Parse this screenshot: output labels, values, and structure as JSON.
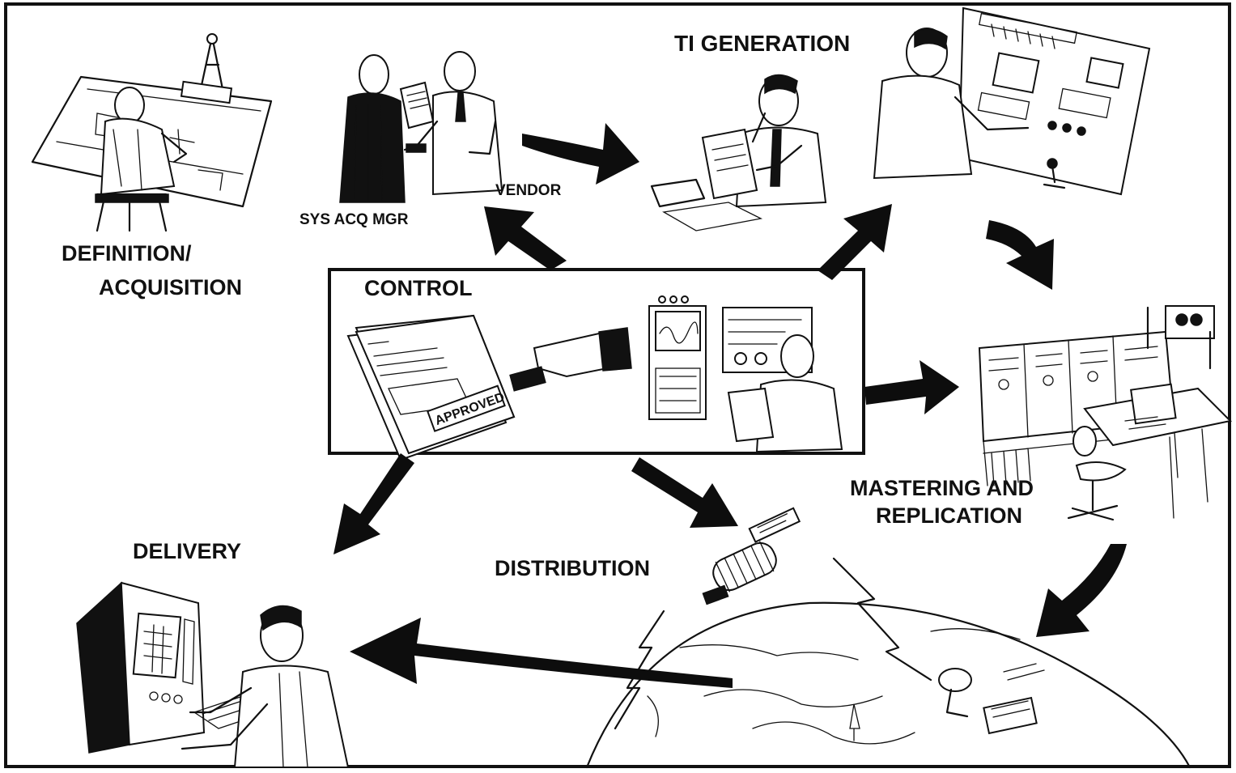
{
  "labels": {
    "definition_line1": "DEFINITION/",
    "definition_line2": "ACQUISITION",
    "sys_acq_mgr": "SYS ACQ MGR",
    "vendor": "VENDOR",
    "ti_generation": "TI GENERATION",
    "control": "CONTROL",
    "approved_stamp": "APPROVED",
    "mastering_line1": "MASTERING AND",
    "mastering_line2": "REPLICATION",
    "distribution": "DISTRIBUTION",
    "delivery": "DELIVERY"
  },
  "colors": {
    "ink": "#111111",
    "paper": "#ffffff"
  }
}
